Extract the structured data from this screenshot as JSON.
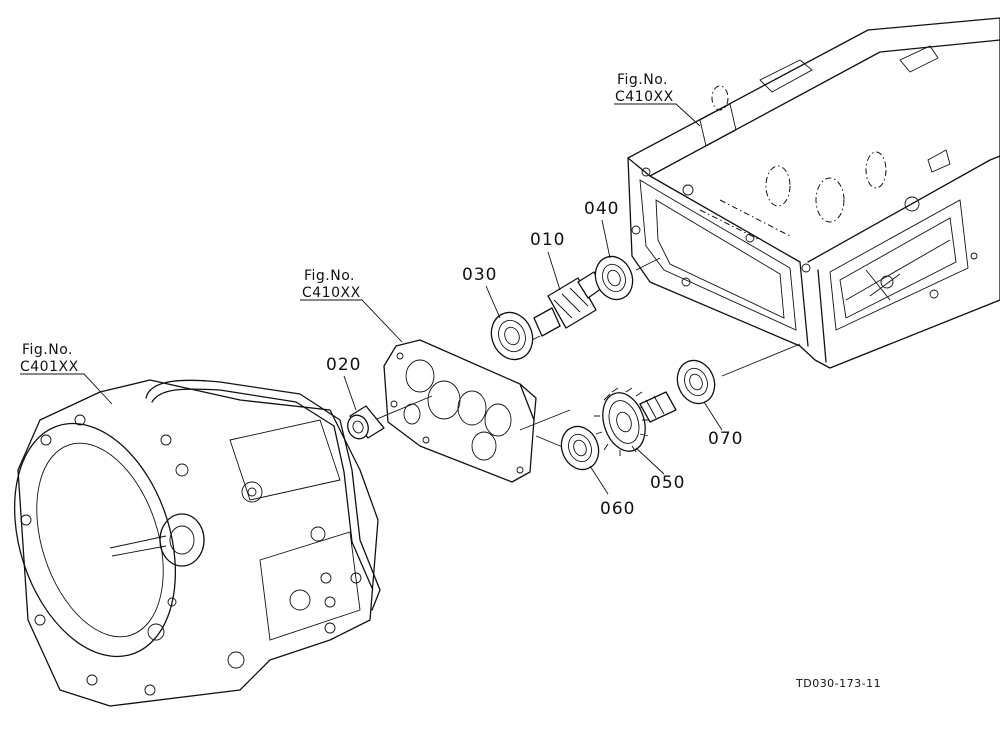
{
  "figure_refs": {
    "left_housing": {
      "label": "Fig.No.",
      "code": "C401XX"
    },
    "middle_plate": {
      "label": "Fig.No.",
      "code": "C410XX"
    },
    "right_housing": {
      "label": "Fig.No.",
      "code": "C410XX"
    }
  },
  "parts": {
    "p010": "010",
    "p020": "020",
    "p030": "030",
    "p040": "040",
    "p050": "050",
    "p060": "060",
    "p070": "070"
  },
  "drawing_code": "TD030-173-11"
}
